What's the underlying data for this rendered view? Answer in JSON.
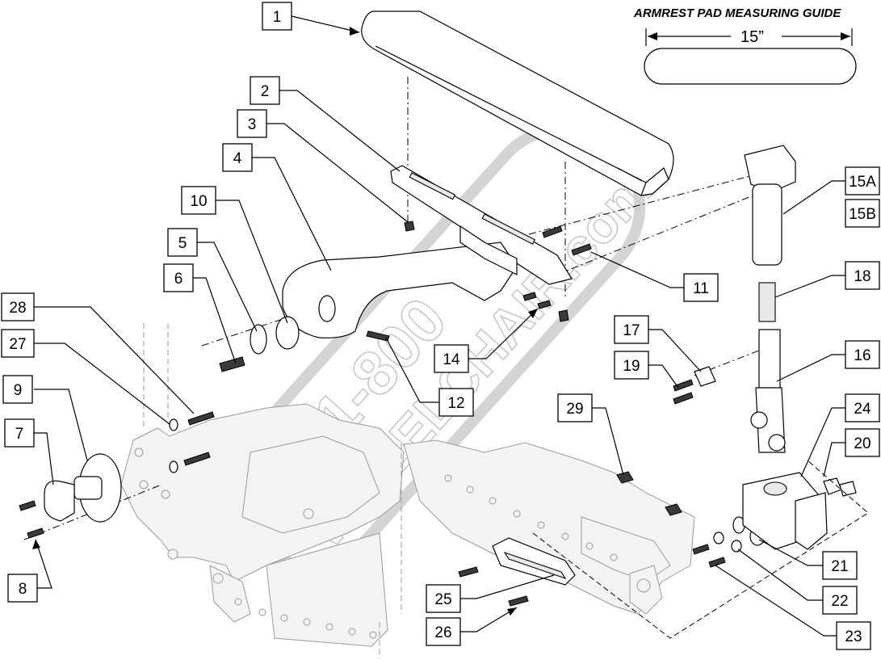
{
  "guide": {
    "title": "ARMREST PAD MEASURING GUIDE",
    "dimension": "15”"
  },
  "watermark": {
    "line1": "1-800",
    "line2": "WHEELCHAIR.com"
  },
  "callouts": [
    "1",
    "2",
    "3",
    "4",
    "10",
    "5",
    "6",
    "28",
    "27",
    "9",
    "7",
    "8",
    "15A",
    "15B",
    "18",
    "11",
    "17",
    "19",
    "16",
    "14",
    "12",
    "29",
    "24",
    "20",
    "21",
    "22",
    "23",
    "25",
    "26"
  ]
}
